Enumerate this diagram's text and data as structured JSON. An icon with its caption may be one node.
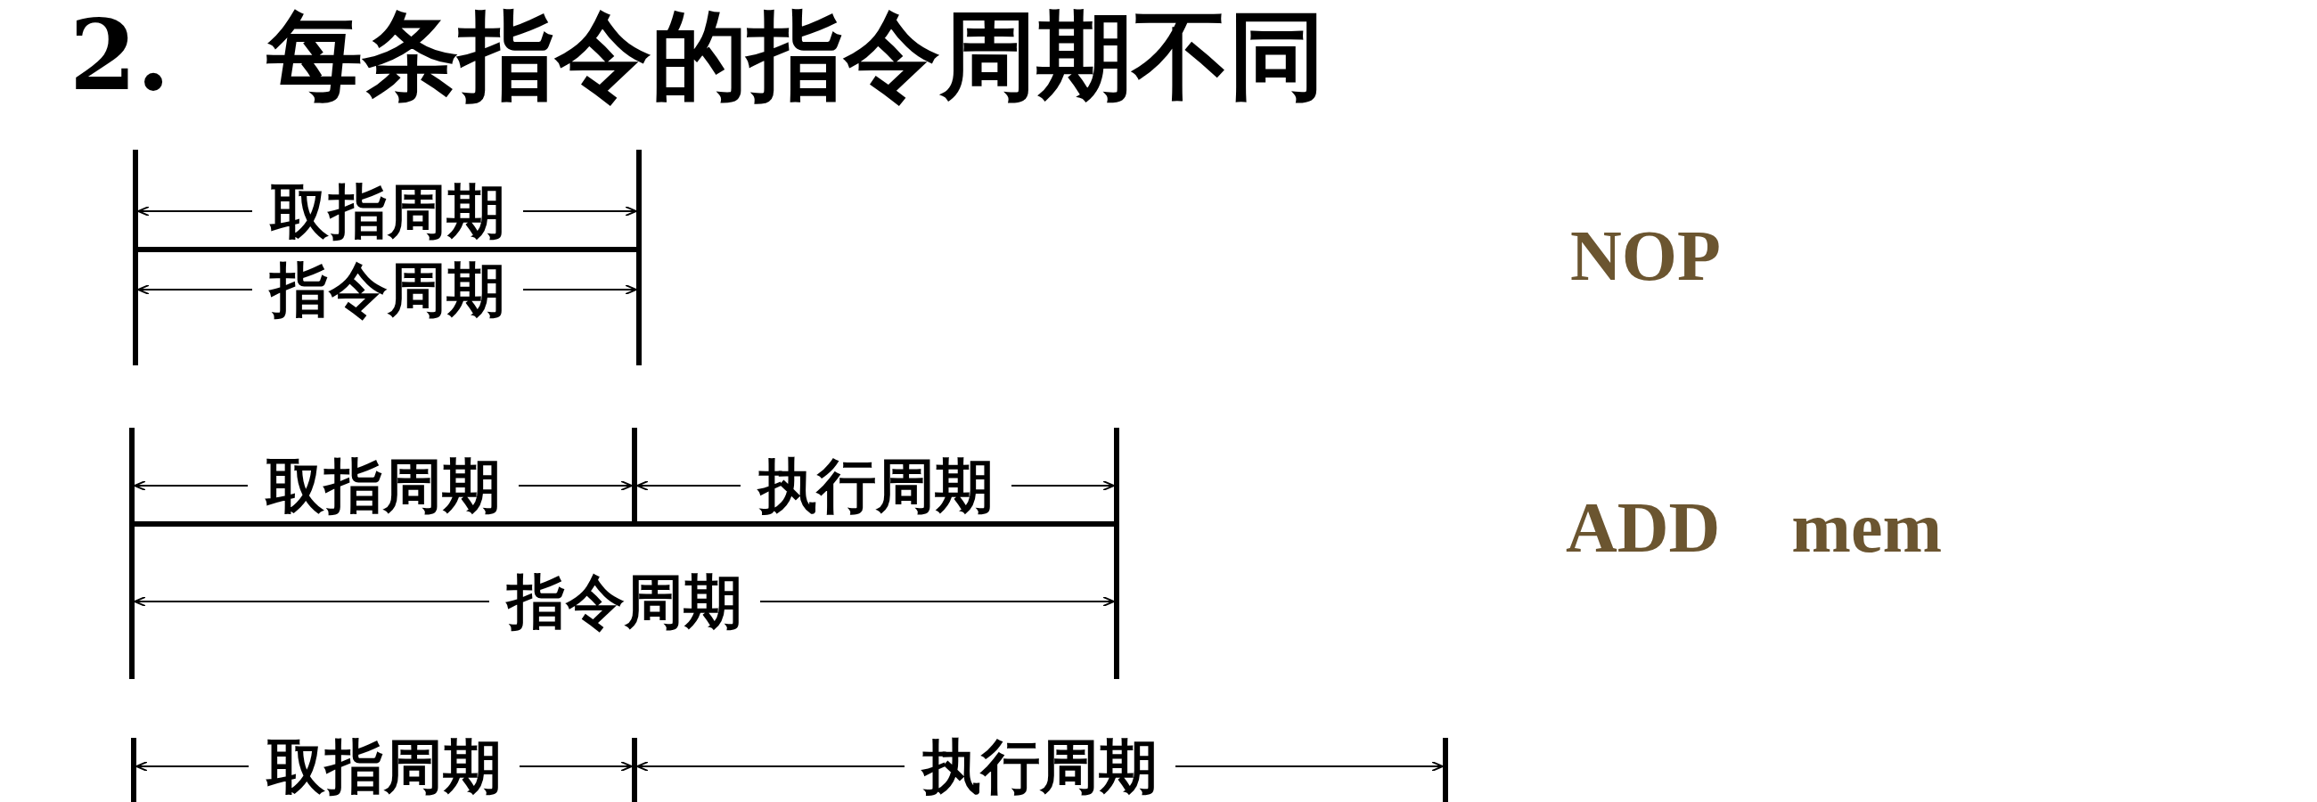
{
  "diagram": {
    "title": "2.　每条指令的指令周期不同",
    "labels": [
      "取指周期",
      "指令周期",
      "NOP",
      "取指周期",
      "执行周期",
      "ADD　mem",
      "指令周期",
      "取指周期",
      "执行周期"
    ]
  }
}
